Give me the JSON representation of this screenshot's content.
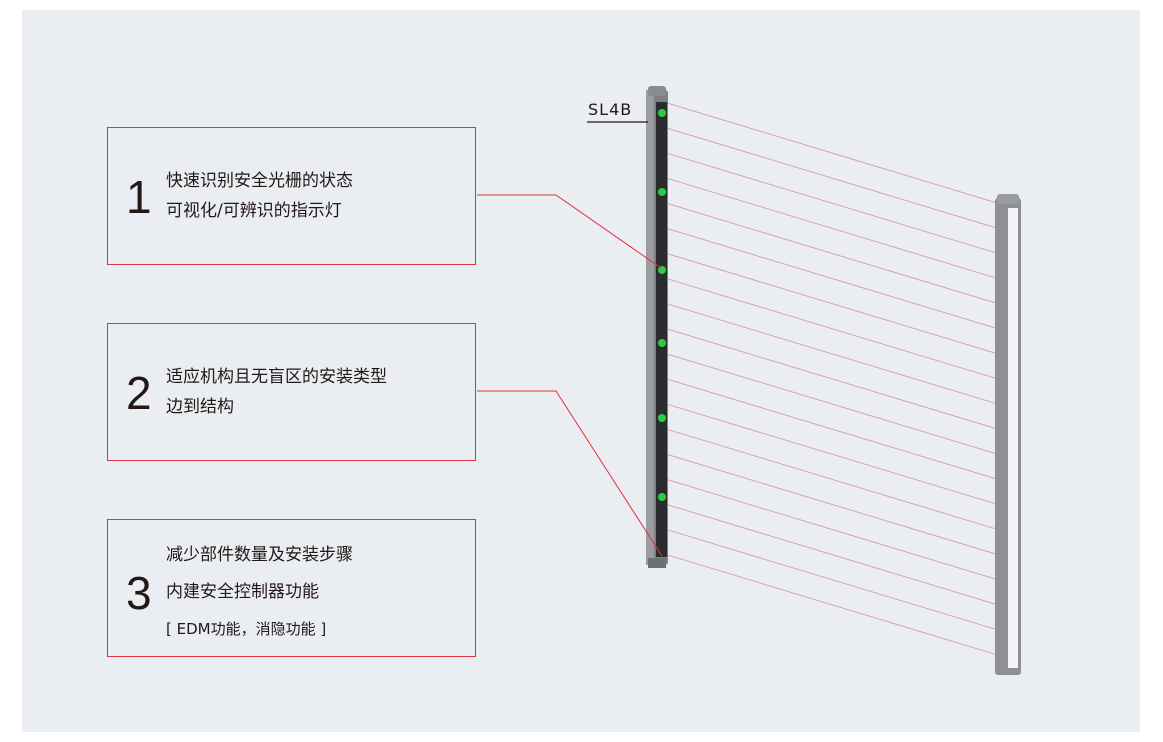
{
  "model_label": "SL4B",
  "features": [
    {
      "number": "1",
      "lines": [
        "快速识别安全光栅的状态",
        "可视化/可辨识的指示灯"
      ]
    },
    {
      "number": "2",
      "lines": [
        "适应机构且无盲区的安装类型",
        "边到结构"
      ]
    },
    {
      "number": "3",
      "lines": [
        "减少部件数量及安装步骤",
        "内建安全控制器功能",
        "[ EDM功能，消隐功能 ]"
      ]
    }
  ],
  "colors": {
    "accent": "#e0323c",
    "background": "#eaedf2",
    "led": "#2ecc40",
    "beam": "#d9a3a8"
  },
  "beam_count": 19,
  "indicator_count": 6
}
